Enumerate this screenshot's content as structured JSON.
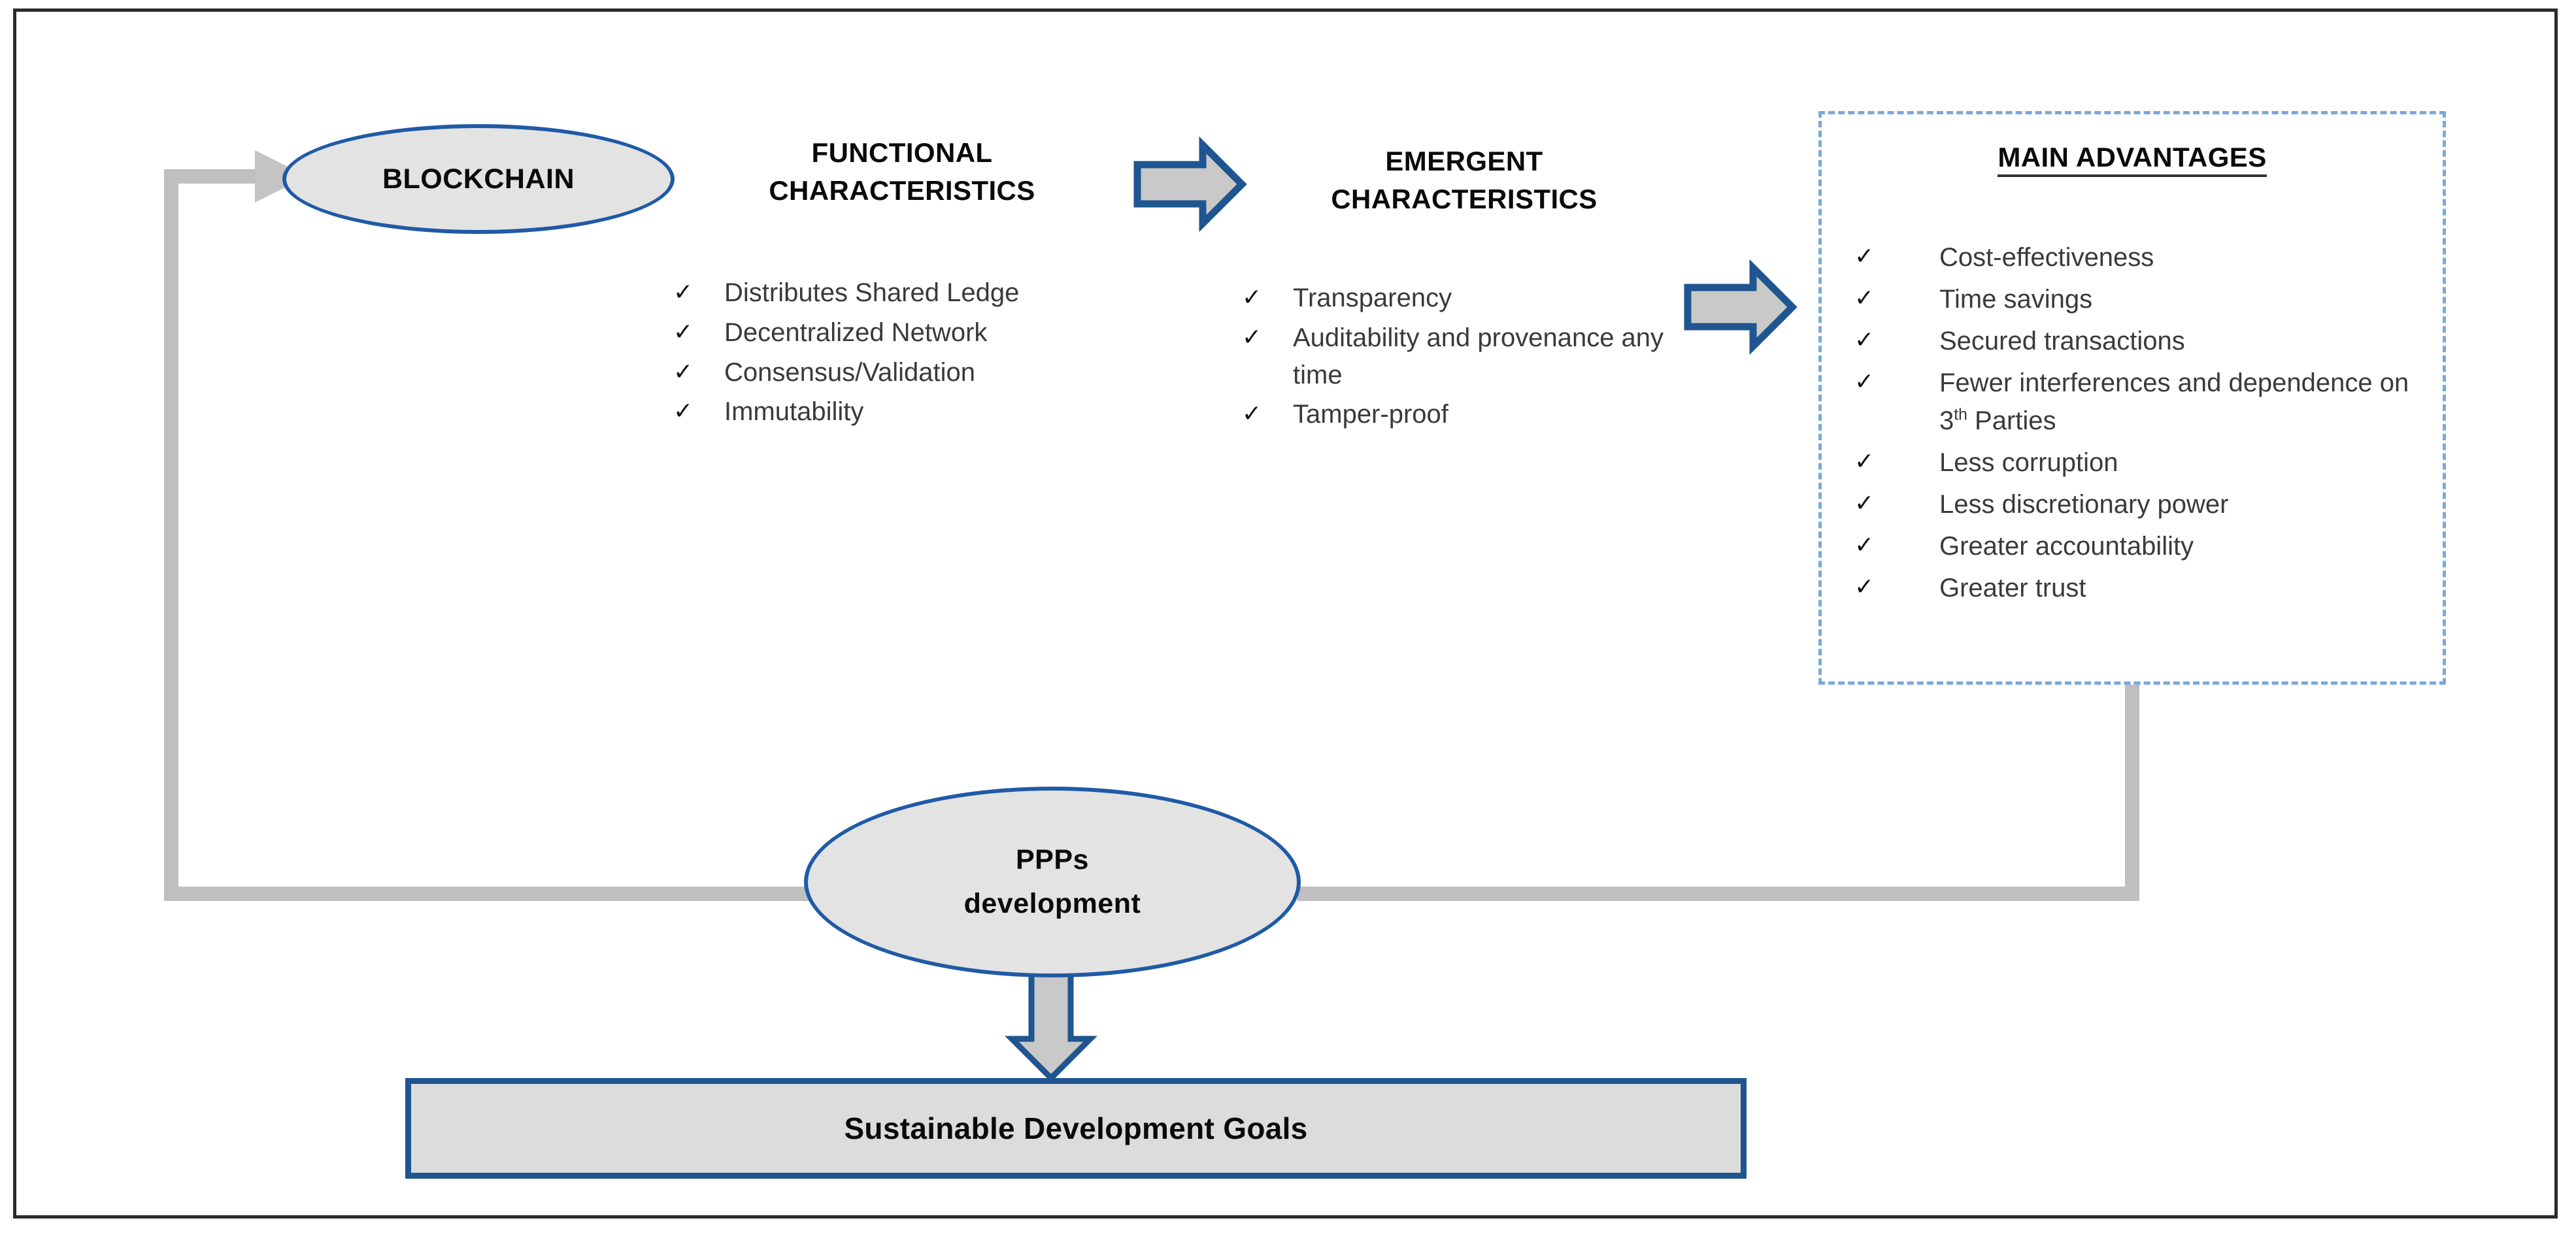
{
  "diagram": {
    "nodes": {
      "blockchain": {
        "label": "BLOCKCHAIN"
      },
      "ppps": {
        "label_line1": "PPPs",
        "label_line2": "development"
      },
      "sdg": {
        "label": "Sustainable Development Goals"
      }
    },
    "columns": {
      "functional": {
        "heading_line1": "FUNCTIONAL",
        "heading_line2": "CHARACTERISTICS",
        "items": [
          "Distributes Shared Ledge",
          "Decentralized Network",
          "Consensus/Validation",
          "Immutability"
        ]
      },
      "emergent": {
        "heading_line1": "EMERGENT",
        "heading_line2": "CHARACTERISTICS",
        "items": [
          "Transparency",
          "Auditability and provenance any time",
          "Tamper-proof"
        ]
      },
      "advantages": {
        "heading": "MAIN ADVANTAGES",
        "items": [
          "Cost-effectiveness",
          "Time savings",
          "Secured transactions",
          "Fewer  interferences and dependence on  3th Parties",
          "Less corruption",
          "Less discretionary power",
          "Greater accountability",
          "Greater trust"
        ],
        "item4_prefix": "Fewer  interferences and dependence on  3",
        "item4_sup": "th",
        "item4_suffix": " Parties"
      }
    },
    "bullet_glyph": "✓",
    "colors": {
      "ellipse_fill": "#e3e3e3",
      "ellipse_stroke": "#1f5aa6",
      "arrow_fill": "#c9c9c9",
      "arrow_stroke": "#1f5590",
      "dashed_border": "#7ba7dd",
      "connector_gray": "#bfbfbf",
      "sdg_fill": "#dcdcdc",
      "sdg_border": "#1f5590",
      "frame": "#2b2b2b"
    }
  }
}
